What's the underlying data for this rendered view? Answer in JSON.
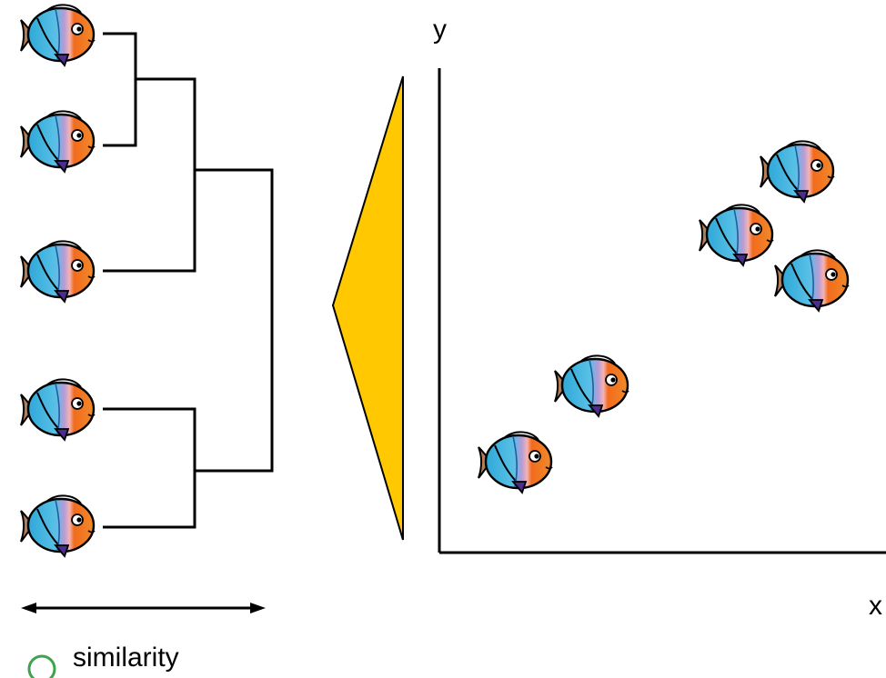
{
  "labels": {
    "y_axis": "y",
    "x_axis": "x",
    "similarity": "similarity"
  },
  "colors": {
    "line": "#000000",
    "wedge_fill": "#FFC800",
    "circle_stroke": "#3FA34D",
    "fish_blue": "#2FA8D8",
    "fish_orange": "#F26B1D",
    "fish_purple": "#4B2C8F"
  },
  "icons": {
    "fish": "fish-icon",
    "wedge": "wedge-triangle",
    "arrow": "double-arrow",
    "circle": "circle-icon"
  }
}
